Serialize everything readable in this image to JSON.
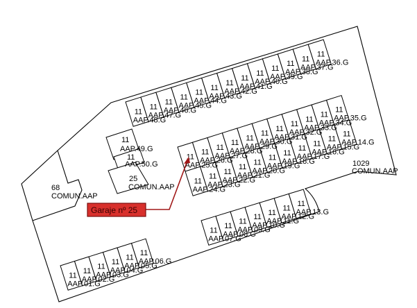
{
  "space_code": "11",
  "rows": {
    "row_a": [
      "AAP.48.G",
      "AAP.47.G",
      "AAP.46.G",
      "AAP.45.G",
      "AAP.44.G",
      "AAP.43.G",
      "AAP.42.G",
      "AAP.41.G",
      "AAP.40.G",
      "AAP.39.G",
      "AAP.38.G",
      "AAP.37.G",
      "AAP.36.G"
    ],
    "row_b": [
      "AAP.25.G",
      "AAP.26.G",
      "AAP.27.G",
      "AAP.28.G",
      "AAP.29.G",
      "AAP.30.G",
      "AAP.31.G",
      "AAP.32.G",
      "AAP.33.G",
      "AAP.34.G",
      "AAP.35.G"
    ],
    "row_c": [
      "AAP.24.G",
      "AAP.23.G",
      "AAP.22.G",
      "AAP.21.G",
      "AAP.20.G",
      "AAP.19.G",
      "AAP.18.G",
      "AAP.17.G",
      "AAP.16.G",
      "AAP.15.G",
      "AAP.14.G"
    ],
    "row_d": [
      "AAP.07.G",
      "AAP.08.G",
      "AAP.09.G",
      "AAP.10.G",
      "AAP.11.G",
      "AAP.12.G",
      "AAP.13.G"
    ],
    "row_e": [
      "AAP.01.G",
      "AAP.02.G",
      "AAP.03.G",
      "AAP.04.G",
      "AAP.05.G",
      "AAP.06.G"
    ]
  },
  "small_spaces": [
    {
      "code": "11",
      "label": "AAP.49.G"
    },
    {
      "code": "11",
      "label": "AAP.50.G"
    }
  ],
  "common_areas": [
    {
      "code": "25",
      "label": "COMUN.AAP"
    },
    {
      "code": "68",
      "label": "COMUN.AAP"
    },
    {
      "code": "1029",
      "label": "COMUN.AAP"
    }
  ],
  "callout": {
    "label": "Garaje nº 25",
    "color": "#d8302c",
    "line_color": "#a01818"
  }
}
